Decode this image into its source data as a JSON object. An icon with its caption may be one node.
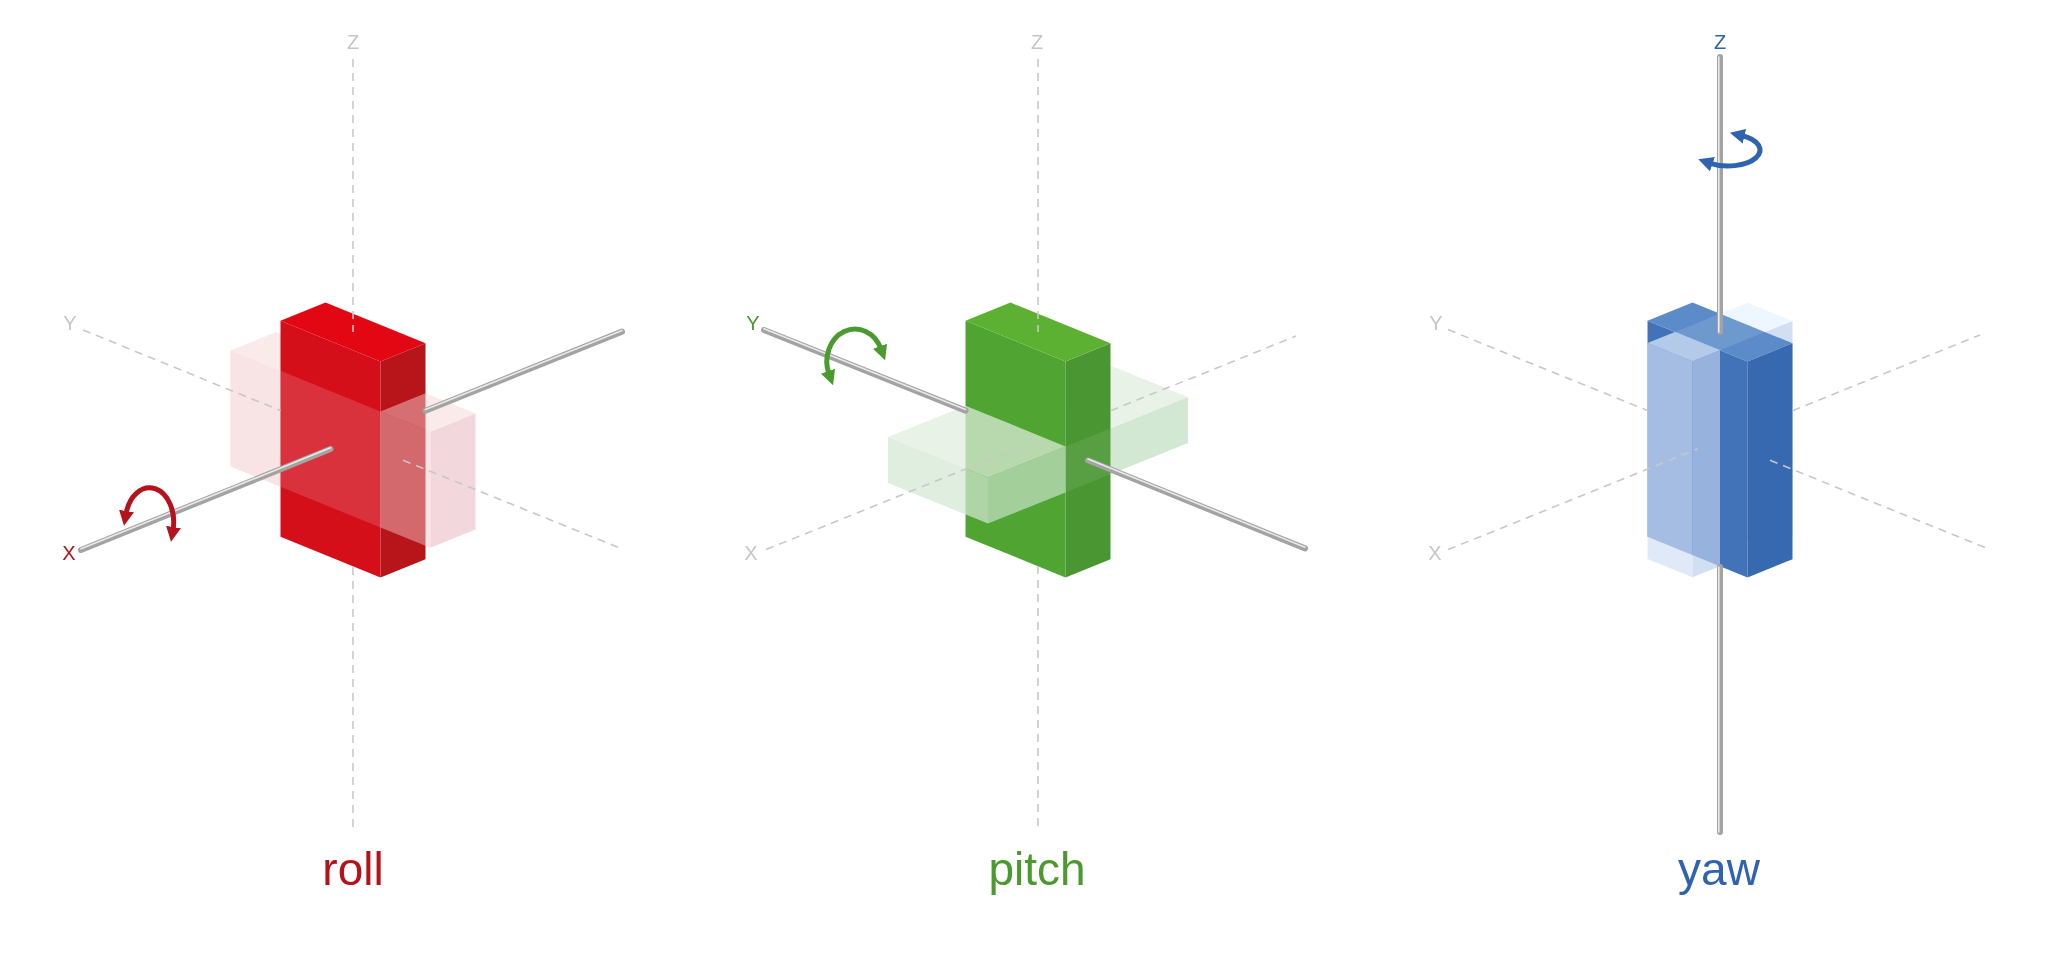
{
  "diagram": {
    "labels": [
      "Z",
      "Y",
      "X",
      "roll",
      "Z",
      "Y",
      "X",
      "pitch",
      "Z",
      "Y",
      "X",
      "yaw"
    ]
  }
}
